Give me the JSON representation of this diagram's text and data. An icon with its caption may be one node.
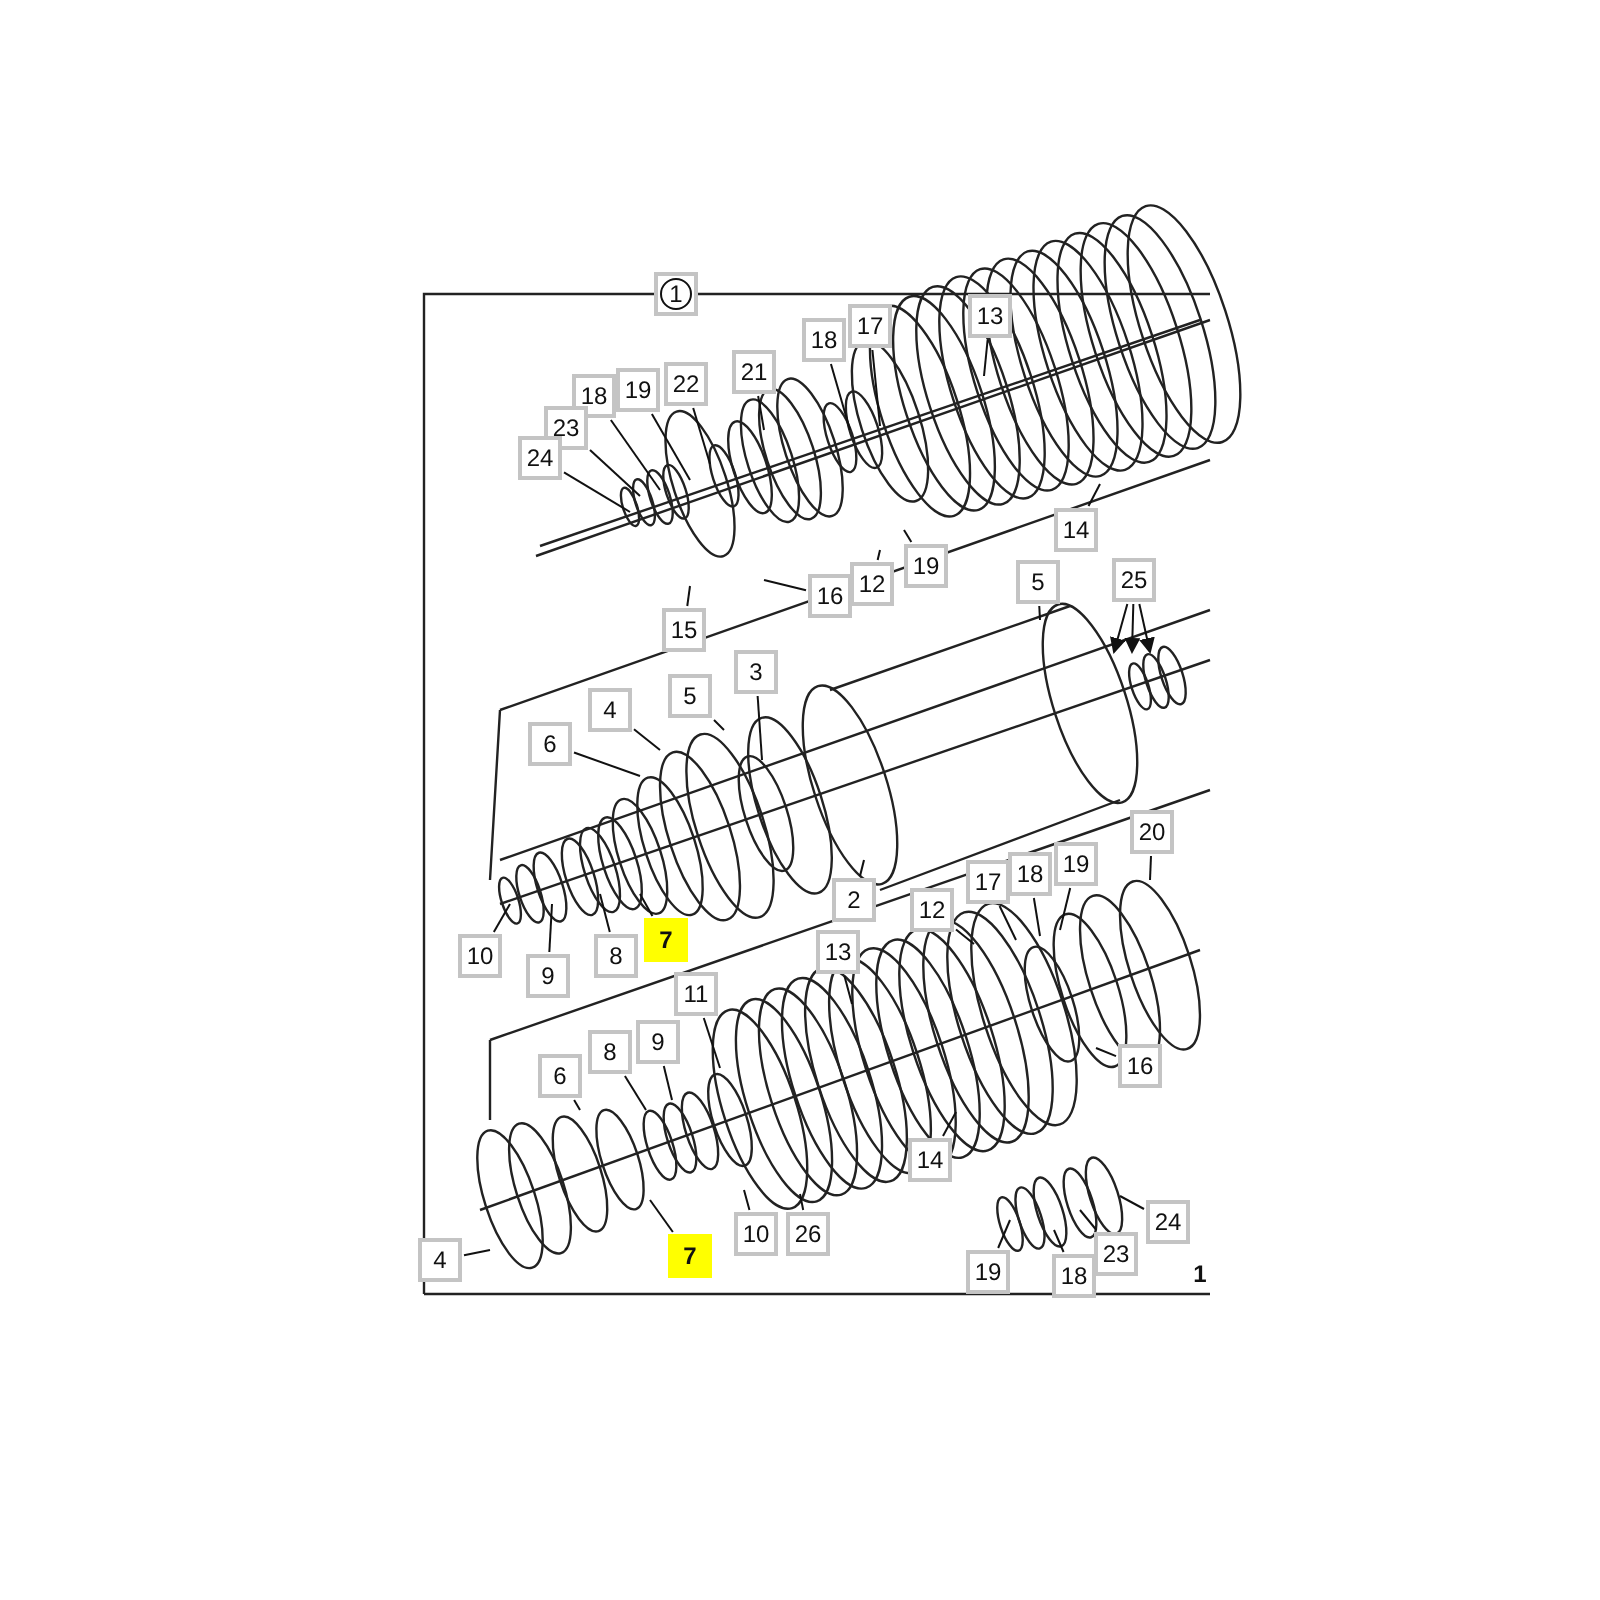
{
  "diagram": {
    "nodes": [
      {
        "text": [
          "18"
        ]
      },
      {
        "text": [
          "19"
        ]
      },
      {
        "text": [
          "22"
        ]
      },
      {
        "text": [
          "21"
        ]
      },
      {
        "text": [
          "23"
        ]
      },
      {
        "text": [
          "24"
        ]
      },
      {
        "text": [
          "18"
        ]
      },
      {
        "text": [
          "17"
        ]
      },
      {
        "text": [
          "13"
        ]
      },
      {
        "text": [
          "16"
        ]
      },
      {
        "text": [
          "12"
        ]
      },
      {
        "text": [
          "19"
        ]
      },
      {
        "text": [
          "14"
        ]
      },
      {
        "text": [
          "15"
        ]
      },
      {
        "text": [
          "5"
        ]
      },
      {
        "text": [
          "25"
        ]
      },
      {
        "text": [
          "3"
        ]
      },
      {
        "text": [
          "5"
        ]
      },
      {
        "text": [
          "4"
        ]
      },
      {
        "text": [
          "6"
        ]
      },
      {
        "text": [
          "2"
        ]
      },
      {
        "text": [
          "7"
        ]
      },
      {
        "text": [
          "8"
        ]
      },
      {
        "text": [
          "9"
        ]
      },
      {
        "text": [
          "10"
        ]
      },
      {
        "text": [
          "20"
        ]
      },
      {
        "text": [
          "17"
        ]
      },
      {
        "text": [
          "18"
        ]
      },
      {
        "text": [
          "19"
        ]
      },
      {
        "text": [
          "12"
        ]
      },
      {
        "text": [
          "13"
        ]
      },
      {
        "text": [
          "11"
        ]
      },
      {
        "text": [
          "8"
        ]
      },
      {
        "text": [
          "9"
        ]
      },
      {
        "text": [
          "6"
        ]
      },
      {
        "text": [
          "16"
        ]
      },
      {
        "text": [
          "14"
        ]
      },
      {
        "text": [
          "4"
        ]
      },
      {
        "text": [
          "7"
        ]
      },
      {
        "text": [
          "10"
        ]
      },
      {
        "text": [
          "26"
        ]
      },
      {
        "text": [
          "19"
        ]
      },
      {
        "text": [
          "18"
        ]
      },
      {
        "text": [
          "23"
        ]
      },
      {
        "text": [
          "24"
        ]
      },
      {
        "text": [
          "1"
        ]
      }
    ],
    "edges": [
      {
        "from": 0,
        "to": null,
        "arrow": "none"
      },
      {
        "from": 1,
        "to": null,
        "arrow": "none"
      },
      {
        "from": 2,
        "to": null,
        "arrow": "none"
      },
      {
        "from": 3,
        "to": null,
        "arrow": "none"
      },
      {
        "from": 4,
        "to": null,
        "arrow": "none"
      },
      {
        "from": 5,
        "to": null,
        "arrow": "none"
      },
      {
        "from": 6,
        "to": null,
        "arrow": "none"
      },
      {
        "from": 7,
        "to": null,
        "arrow": "none"
      },
      {
        "from": 8,
        "to": null,
        "arrow": "none"
      },
      {
        "from": 9,
        "to": null,
        "arrow": "none"
      },
      {
        "from": 10,
        "to": null,
        "arrow": "none"
      },
      {
        "from": 11,
        "to": null,
        "arrow": "none"
      },
      {
        "from": 12,
        "to": null,
        "arrow": "none"
      },
      {
        "from": 13,
        "to": null,
        "arrow": "none"
      },
      {
        "from": 14,
        "to": null,
        "arrow": "none"
      },
      {
        "from": 15,
        "to": null,
        "arrow": "to"
      },
      {
        "from": 15,
        "to": null,
        "arrow": "to"
      },
      {
        "from": 15,
        "to": null,
        "arrow": "to"
      },
      {
        "from": 16,
        "to": null,
        "arrow": "none"
      },
      {
        "from": 17,
        "to": null,
        "arrow": "none"
      },
      {
        "from": 18,
        "to": null,
        "arrow": "none"
      },
      {
        "from": 19,
        "to": null,
        "arrow": "none"
      },
      {
        "from": 20,
        "to": null,
        "arrow": "none"
      },
      {
        "from": 21,
        "to": null,
        "arrow": "none"
      },
      {
        "from": 22,
        "to": null,
        "arrow": "none"
      },
      {
        "from": 23,
        "to": null,
        "arrow": "none"
      },
      {
        "from": 24,
        "to": null,
        "arrow": "none"
      },
      {
        "from": 25,
        "to": null,
        "arrow": "none"
      },
      {
        "from": 26,
        "to": null,
        "arrow": "none"
      },
      {
        "from": 27,
        "to": null,
        "arrow": "none"
      },
      {
        "from": 28,
        "to": null,
        "arrow": "none"
      },
      {
        "from": 29,
        "to": null,
        "arrow": "none"
      },
      {
        "from": 30,
        "to": null,
        "arrow": "none"
      },
      {
        "from": 31,
        "to": null,
        "arrow": "none"
      },
      {
        "from": 32,
        "to": null,
        "arrow": "none"
      },
      {
        "from": 33,
        "to": null,
        "arrow": "none"
      },
      {
        "from": 34,
        "to": null,
        "arrow": "none"
      },
      {
        "from": 35,
        "to": null,
        "arrow": "none"
      },
      {
        "from": 36,
        "to": null,
        "arrow": "none"
      },
      {
        "from": 37,
        "to": null,
        "arrow": "none"
      },
      {
        "from": 38,
        "to": null,
        "arrow": "none"
      },
      {
        "from": 39,
        "to": null,
        "arrow": "none"
      },
      {
        "from": 40,
        "to": null,
        "arrow": "none"
      },
      {
        "from": 41,
        "to": null,
        "arrow": "none"
      },
      {
        "from": 42,
        "to": null,
        "arrow": "none"
      },
      {
        "from": 43,
        "to": null,
        "arrow": "none"
      },
      {
        "from": 44,
        "to": null,
        "arrow": "none"
      }
    ],
    "labels": [
      "1"
    ]
  }
}
